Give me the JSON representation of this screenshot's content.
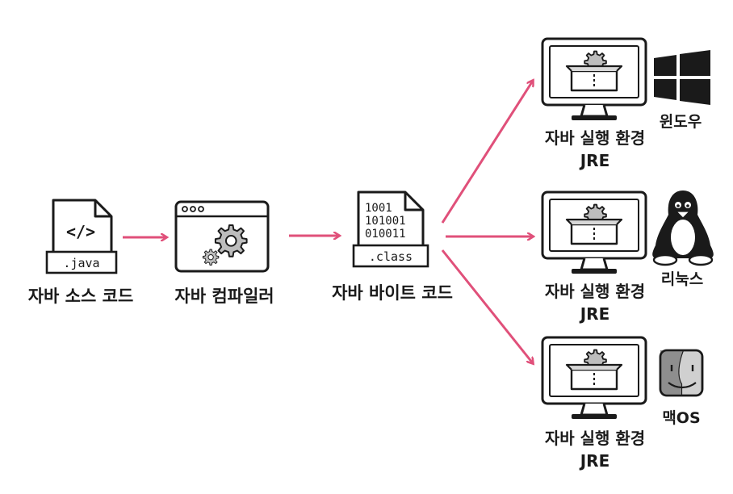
{
  "colors": {
    "ink": "#1a1a1a",
    "arrow": "#e0507a",
    "paper": "#ffffff"
  },
  "nodes": {
    "source": {
      "label": "자바 소스 코드",
      "file_ext": ".java",
      "icon": "code-file-icon"
    },
    "compiler": {
      "label": "자바 컴파일러",
      "icon": "gear-window-icon"
    },
    "bytecode": {
      "label": "자바 바이트 코드",
      "file_ext": ".class",
      "binary_lines": [
        "1001",
        "101001",
        "010011"
      ],
      "icon": "binary-file-icon"
    }
  },
  "runtimes": [
    {
      "label_line1": "자바 실행 환경",
      "label_line2": "JRE",
      "os_label": "윈도우",
      "os_icon": "windows-logo-icon"
    },
    {
      "label_line1": "자바 실행 환경",
      "label_line2": "JRE",
      "os_label": "리눅스",
      "os_icon": "linux-penguin-icon"
    },
    {
      "label_line1": "자바 실행 환경",
      "label_line2": "JRE",
      "os_label": "맥OS",
      "os_icon": "mac-finder-icon"
    }
  ]
}
